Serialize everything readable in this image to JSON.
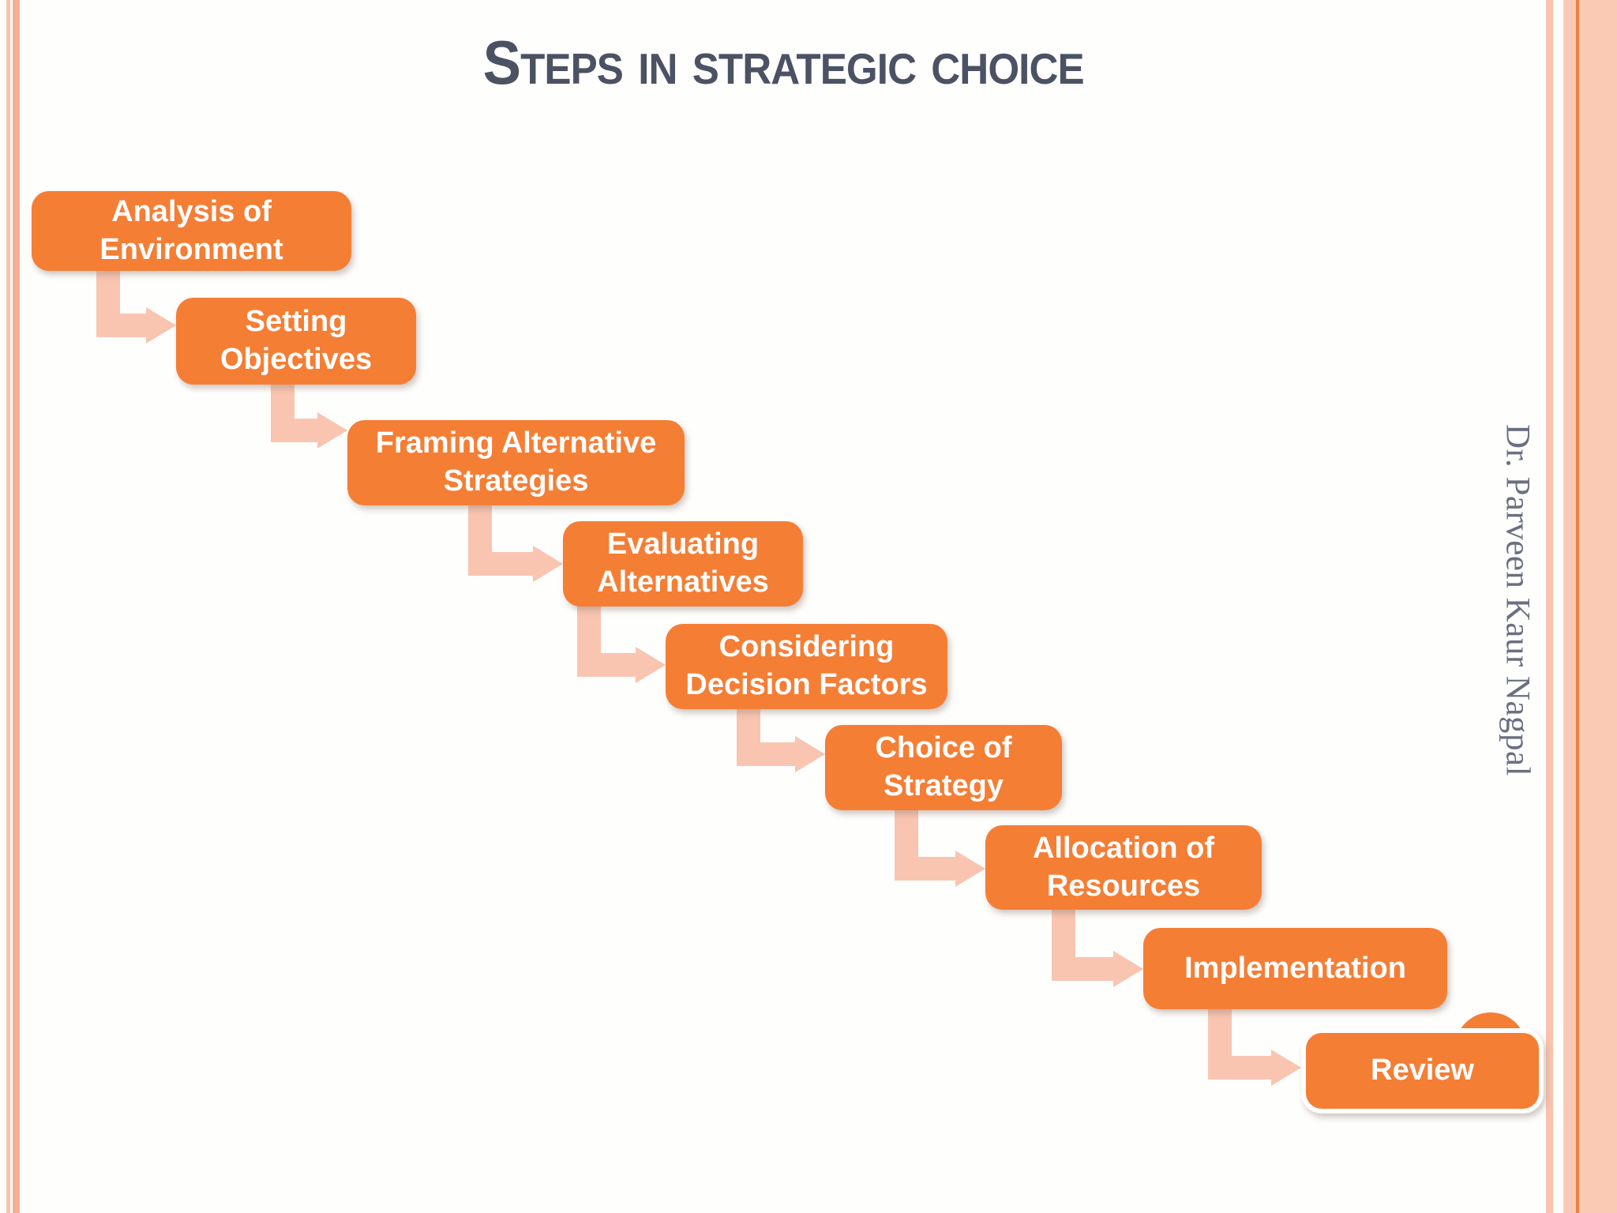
{
  "slide": {
    "title": "Steps in strategic choice",
    "author_credit": "Dr. Parveen Kaur Nagpal",
    "steps": [
      {
        "label": "Analysis of Environment"
      },
      {
        "label": "Setting Objectives"
      },
      {
        "label": "Framing Alternative Strategies"
      },
      {
        "label": "Evaluating Alternatives"
      },
      {
        "label": "Considering Decision Factors"
      },
      {
        "label": "Choice of Strategy"
      },
      {
        "label": "Allocation of Resources"
      },
      {
        "label": "Implementation"
      },
      {
        "label": "Review"
      }
    ],
    "colors": {
      "box_orange": "#F57E35",
      "arrow_pink": "#F9C5B0",
      "title_color": "#4B5263",
      "credit_color": "#6A7080",
      "border_salmon": "#FBCAB4",
      "border_stripe": "#F6AE95",
      "border_stripe_light": "#F9C3AE",
      "border_accent": "#EE8245"
    }
  }
}
